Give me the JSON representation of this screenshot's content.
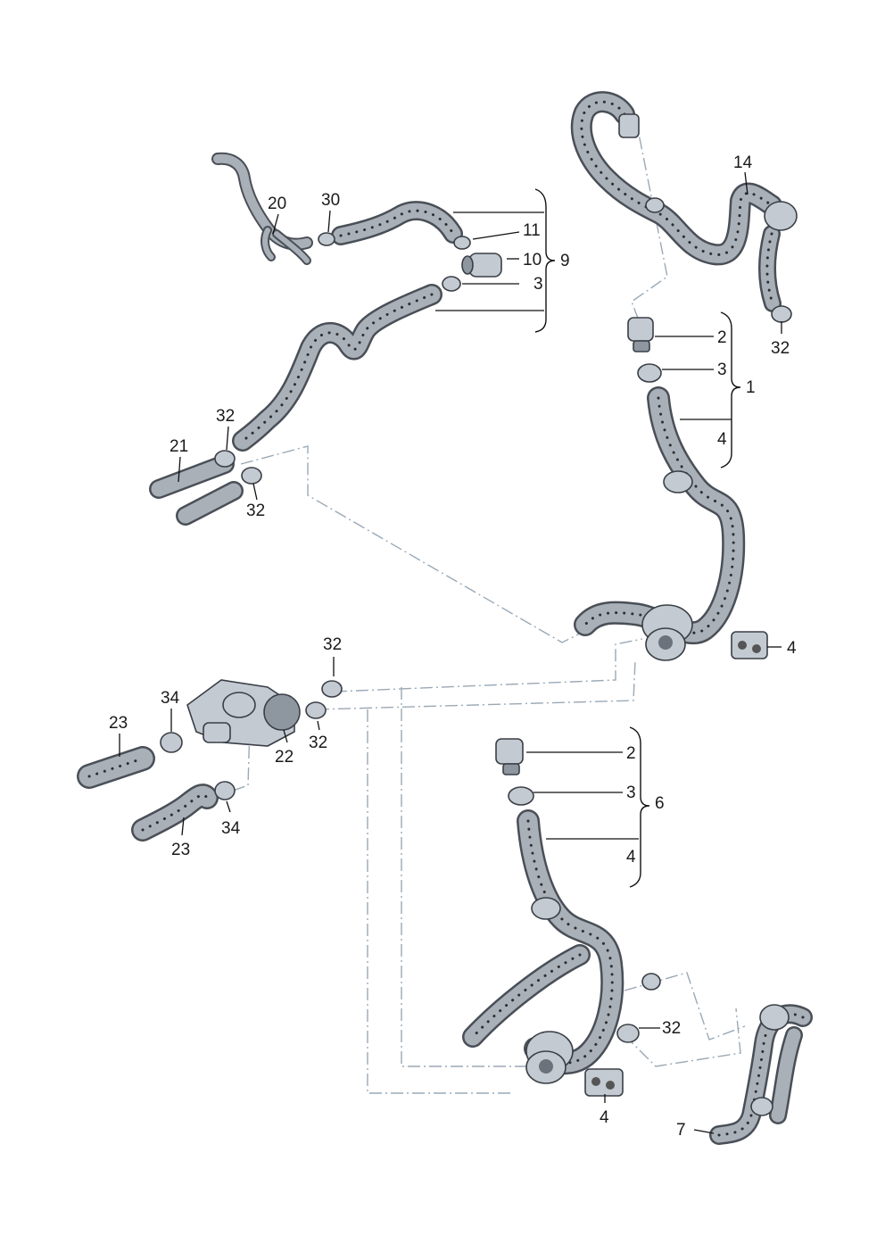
{
  "diagram": {
    "callouts": {
      "c1": "1",
      "c2a": "2",
      "c2b": "2",
      "c3a": "3",
      "c3b": "3",
      "c3c": "3",
      "c4a": "4",
      "c4b": "4",
      "c4c": "4",
      "c4d": "4",
      "c6": "6",
      "c7": "7",
      "c9": "9",
      "c10": "10",
      "c11": "11",
      "c14": "14",
      "c20": "20",
      "c21": "21",
      "c22": "22",
      "c23a": "23",
      "c23b": "23",
      "c30": "30",
      "c32a": "32",
      "c32b": "32",
      "c32c": "32",
      "c32d": "32",
      "c32e": "32",
      "c32f": "32",
      "c34a": "34",
      "c34b": "34"
    }
  },
  "colors": {
    "hose_outline": "#4a4f57",
    "hose_body": "#a9b0b8",
    "leader_line": "#111111",
    "dash_line": "#9aa9b6"
  }
}
